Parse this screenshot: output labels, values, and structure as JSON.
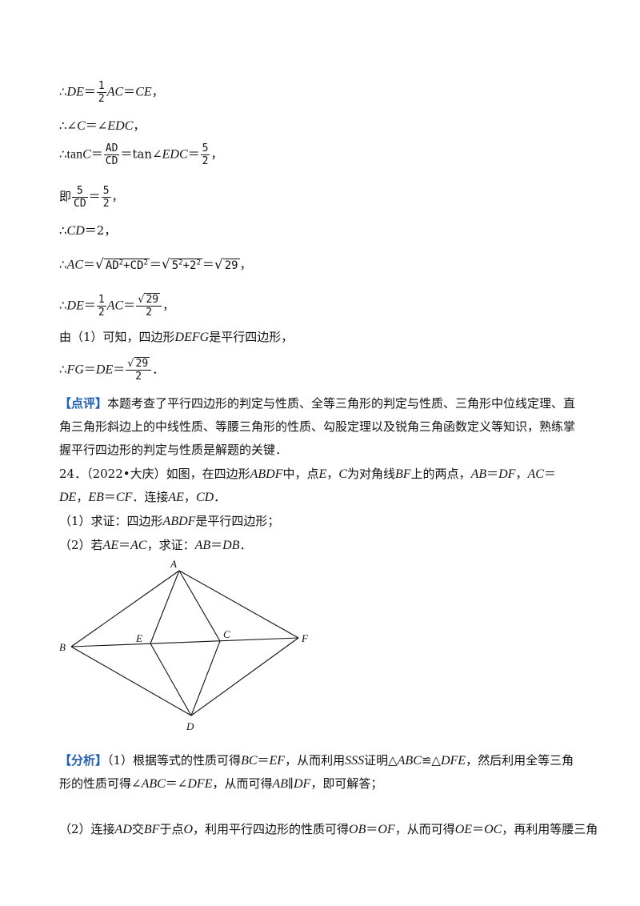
{
  "steps": {
    "s1": {
      "therefore": "∴",
      "de": "DE",
      "eq1": "＝",
      "num": "1",
      "den": "2",
      "ac": "AC",
      "eq2": "＝",
      "ce": "CE",
      "end": "，"
    },
    "s2": {
      "therefore": "∴",
      "angle": "∠",
      "c": "C",
      "eq": "＝∠",
      "edc": "EDC",
      "end": "，"
    },
    "s3": {
      "therefore": "∴",
      "tan1": "tan",
      "c": "C",
      "eq1": "＝",
      "num1": "AD",
      "den1": "CD",
      "eq2": "＝tan∠",
      "edc": "EDC",
      "eq3": "＝",
      "num2": "5",
      "den2": "2",
      "end": "，"
    },
    "s4": {
      "ji": "即",
      "num1": "5",
      "den1": "CD",
      "eq": "＝",
      "num2": "5",
      "den2": "2",
      "end": "，"
    },
    "s5": {
      "therefore": "∴",
      "cd": "CD",
      "eq": "＝2",
      "end": "，"
    },
    "s6": {
      "therefore": "∴",
      "ac": "AC",
      "eq1": "＝",
      "rad1_a": "AD",
      "rad1_b": "2",
      "rad1_plus": "+CD",
      "rad1_c": "2",
      "eq2": "＝",
      "rad2_a": "5",
      "rad2_b": "2",
      "rad2_plus": "+2",
      "rad2_c": "2",
      "eq3": "＝",
      "rad3": "29",
      "end": "，"
    },
    "s7": {
      "therefore": "∴",
      "de": "DE",
      "eq1": "＝",
      "num": "1",
      "den": "2",
      "ac": "AC",
      "eq2": "＝",
      "rad": "29",
      "den2": "2",
      "end": "，"
    },
    "s8": {
      "pre": "由（1）可知，四边形",
      "defg": "DEFG",
      "post": "是平行四边形，"
    },
    "s9": {
      "therefore": "∴",
      "fg": "FG",
      "eq1": "＝",
      "de": "DE",
      "eq2": "＝",
      "rad": "29",
      "den": "2",
      "end": "．"
    }
  },
  "review": {
    "tag": "【点评】",
    "text": "本题考查了平行四边形的判定与性质、全等三角形的判定与性质、三角形中位线定理、直角三角形斜边上的中线性质、等腰三角形的性质、勾股定理以及锐角三角函数定义等知识，熟练掌握平行四边形的判定与性质是解题的关键．"
  },
  "problem": {
    "number": "24．（2022•大庆）如图，在四边形",
    "abdf": "ABDF",
    "t1": "中，点",
    "e": "E",
    "t2": "，",
    "c": "C",
    "t3": "为对角线",
    "bf": "BF",
    "t4": "上的两点，",
    "ab": "AB",
    "t5": "＝",
    "df": "DF",
    "t6": "，",
    "ac": "AC",
    "t7": "＝",
    "de": "DE",
    "t8": "，",
    "eb": "EB",
    "t9": "＝",
    "cf": "CF",
    "t10": "．连接",
    "ae": "AE",
    "t11": "，",
    "cd": "CD",
    "t12": "．",
    "q1_pre": "（1）求证：四边形",
    "q1_abdf": "ABDF",
    "q1_post": "是平行四边形；",
    "q2_pre": "（2）若",
    "q2_ae": "AE",
    "q2_eq": "＝",
    "q2_ac": "AC",
    "q2_mid": "，求证：",
    "q2_ab": "AB",
    "q2_eq2": "＝",
    "q2_db": "DB",
    "q2_end": "．"
  },
  "figure": {
    "labels": {
      "A": "A",
      "B": "B",
      "C": "C",
      "D": "D",
      "E": "E",
      "F": "F"
    }
  },
  "analysis": {
    "tag": "【分析】",
    "p1": "（1）根据等式的性质可得",
    "bc": "BC",
    "eq1": "＝",
    "ef": "EF",
    "p2": "，从而利用",
    "sss": "SSS",
    "p3": "证明△",
    "abc": "ABC",
    "cong": "≌△",
    "dfe": "DFE",
    "p4": "，然后利用全等三角形的性质可得∠",
    "abc2": "ABC",
    "eq2": "＝∠",
    "dfe2": "DFE",
    "p5": "，从而可得",
    "ab": "AB",
    "par": "∥",
    "df": "DF",
    "p6": "，即可解答；",
    "l2_1": "（2）连接",
    "ad": "AD",
    "l2_2": "交",
    "bf": "BF",
    "l2_3": "于点",
    "o": "O",
    "l2_4": "，利用平行四边形的性质可得",
    "ob": "OB",
    "l2_5": "＝",
    "of": "OF",
    "l2_6": "，从而可得",
    "oe": "OE",
    "l2_7": "＝",
    "oc": "OC",
    "l2_8": "，再利用等腰三角"
  }
}
